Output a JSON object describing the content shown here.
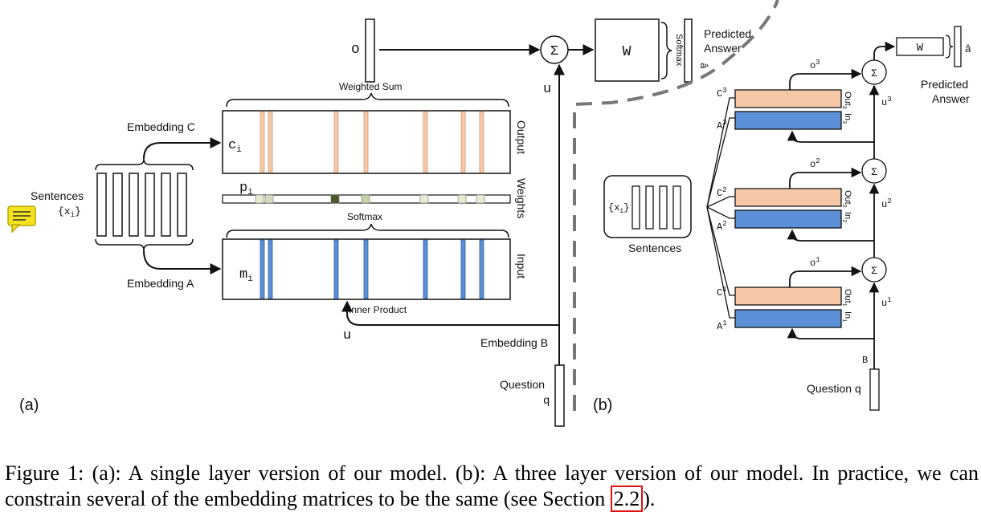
{
  "figure": {
    "panel_a": {
      "label": "(a)",
      "sentences_label": "Sentences",
      "sentences_symbol": "{x",
      "sentences_sub": "i",
      "embedding_c": "Embedding",
      "embedding_c_var": "C",
      "embedding_a": "Embedding",
      "embedding_a_var": "A",
      "embedding_b": "Embedding",
      "embedding_b_var": "B",
      "weighted_sum": "Weighted Sum",
      "softmax": "Softmax",
      "inner_product": "Inner Product",
      "output_side": "Output",
      "weights_side": "Weights",
      "input_side": "Input",
      "c_label": "c",
      "c_sub": "i",
      "p_label": "p",
      "p_sub": "i",
      "m_label": "m",
      "m_sub": "i",
      "o_label": "o",
      "u_label": "u",
      "u_label_2": "u",
      "sigma": "Σ",
      "w_label": "W",
      "softmax_vertical": "Softmax",
      "predicted_answer_1": "Predicted",
      "predicted_answer_2": "Answer",
      "a_hat": "â",
      "question": "Question",
      "q_label": "q"
    },
    "panel_b": {
      "label": "(b)",
      "sentences_label": "Sentences",
      "sentences_symbol": "{x",
      "sentences_sub": "i",
      "sigma": "Σ",
      "w_label": "W",
      "a_hat": "â",
      "predicted_answer_1": "Predicted",
      "predicted_answer_2": "Answer",
      "question": "Question",
      "q_label": "q",
      "b_label": "B",
      "layers": [
        {
          "o": "o",
          "o_sup": "3",
          "u": "u",
          "u_sup": "3",
          "c": "C",
          "c_sup": "3",
          "a": "A",
          "a_sup": "3",
          "out": "Out",
          "out_sub": "3",
          "in": "In",
          "in_sub": "3"
        },
        {
          "o": "o",
          "o_sup": "2",
          "u": "u",
          "u_sup": "2",
          "c": "C",
          "c_sup": "2",
          "a": "A",
          "a_sup": "2",
          "out": "Out",
          "out_sub": "2",
          "in": "In",
          "in_sub": "2"
        },
        {
          "o": "o",
          "o_sup": "1",
          "u": "u",
          "u_sup": "1",
          "c": "C",
          "c_sup": "1",
          "a": "A",
          "a_sup": "1",
          "out": "Out",
          "out_sub": "1",
          "in": "In",
          "in_sub": "1"
        }
      ]
    },
    "colors": {
      "output_embedding": "#f7c8a8",
      "input_embedding": "#5b8fd6",
      "weights_light": "#e4ecd2",
      "weights_dark": "#4a5a26",
      "chat_icon": "#f5e21f"
    }
  },
  "caption": {
    "text_before_ref": "Figure 1: (a): A single layer version of our model. (b): A three layer version of our model. In practice, we can constrain several of the embedding matrices to be the same (see Section ",
    "ref": "2.2",
    "text_after_ref": ")."
  }
}
